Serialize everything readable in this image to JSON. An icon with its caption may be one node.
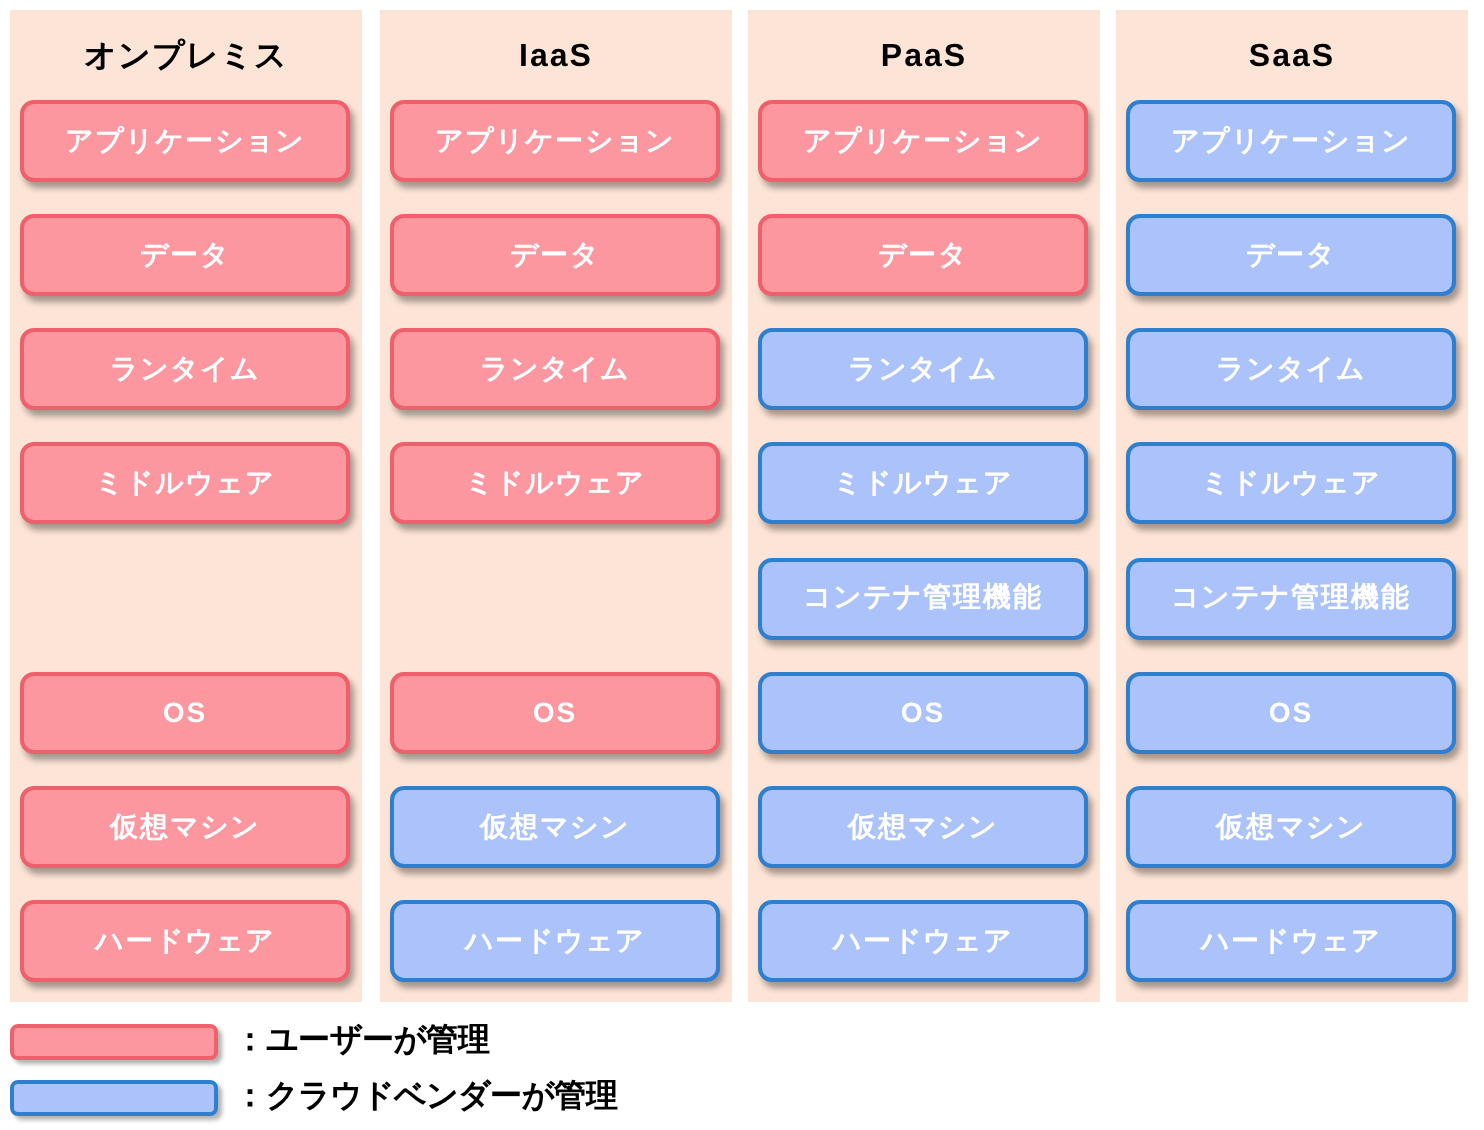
{
  "diagram": {
    "nodes": [
      {
        "text": [
          "オンプレミス"
        ]
      },
      {
        "text": [
          "アプリケーション"
        ],
        "in": 0
      },
      {
        "text": [
          "データ"
        ],
        "in": 0
      },
      {
        "text": [
          "ランタイム"
        ],
        "in": 0
      },
      {
        "text": [
          "ミドルウェア"
        ],
        "in": 0
      },
      {
        "text": [
          "OS"
        ],
        "in": 0
      },
      {
        "text": [
          "仮想マシン"
        ],
        "in": 0
      },
      {
        "text": [
          "ハードウェア"
        ],
        "in": 0
      },
      {
        "text": [
          "IaaS"
        ]
      },
      {
        "text": [
          "アプリケーション"
        ],
        "in": 8
      },
      {
        "text": [
          "データ"
        ],
        "in": 8
      },
      {
        "text": [
          "ランタイム"
        ],
        "in": 8
      },
      {
        "text": [
          "ミドルウェア"
        ],
        "in": 8
      },
      {
        "text": [
          "OS"
        ],
        "in": 8
      },
      {
        "text": [
          "仮想マシン"
        ],
        "in": 8
      },
      {
        "text": [
          "ハードウェア"
        ],
        "in": 8
      },
      {
        "text": [
          "PaaS"
        ]
      },
      {
        "text": [
          "アプリケーション"
        ],
        "in": 16
      },
      {
        "text": [
          "データ"
        ],
        "in": 16
      },
      {
        "text": [
          "ランタイム"
        ],
        "in": 16
      },
      {
        "text": [
          "ミドルウェア"
        ],
        "in": 16
      },
      {
        "text": [
          "コンテナ管理機能"
        ],
        "in": 16
      },
      {
        "text": [
          "OS"
        ],
        "in": 16
      },
      {
        "text": [
          "仮想マシン"
        ],
        "in": 16
      },
      {
        "text": [
          "ハードウェア"
        ],
        "in": 16
      },
      {
        "text": [
          "SaaS"
        ]
      },
      {
        "text": [
          "アプリケーション"
        ],
        "in": 25
      },
      {
        "text": [
          "データ"
        ],
        "in": 25
      },
      {
        "text": [
          "ランタイム"
        ],
        "in": 25
      },
      {
        "text": [
          "ミドルウェア"
        ],
        "in": 25
      },
      {
        "text": [
          "コンテナ管理機能"
        ],
        "in": 25
      },
      {
        "text": [
          "OS"
        ],
        "in": 25
      },
      {
        "text": [
          "仮想マシン"
        ],
        "in": 25
      },
      {
        "text": [
          "ハードウェア"
        ],
        "in": 25
      }
    ],
    "legend": [
      {
        "text": "：ユーザーが管理",
        "color": "#fc97a0"
      },
      {
        "text": "：クラウドベンダーが管理",
        "color": "#abc2fb"
      }
    ]
  }
}
